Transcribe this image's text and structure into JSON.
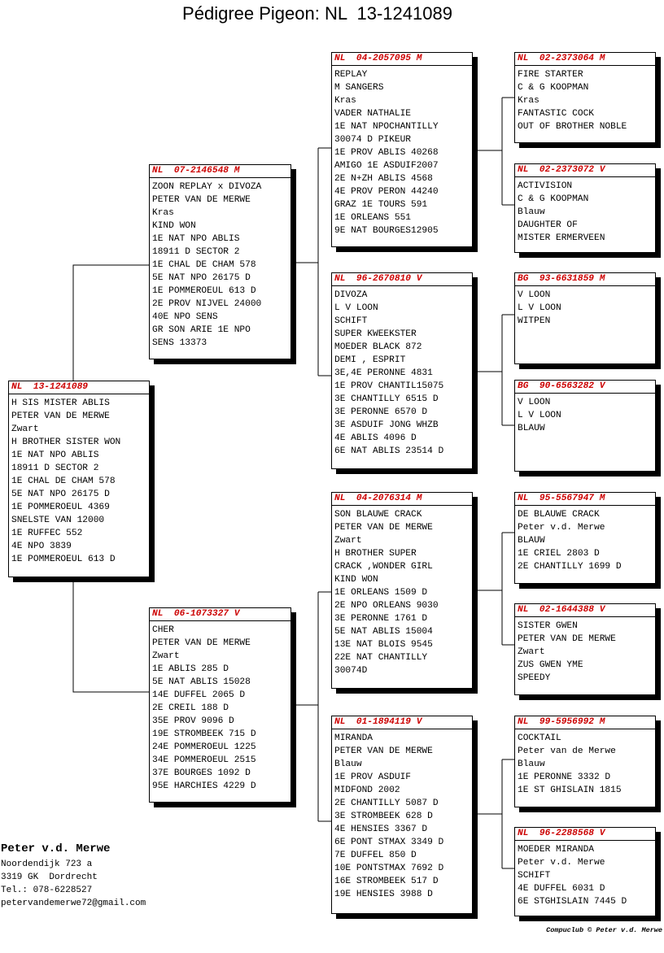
{
  "title": "Pédigree Pigeon: NL  13-1241089",
  "pigeons": [
    {
      "ring": "NL  13-1241089",
      "lines": [
        "H SIS MISTER ABLIS",
        "PETER VAN DE MERWE",
        "Zwart",
        "H BROTHER SISTER WON",
        "1E NAT NPO ABLIS",
        "18911 D SECTOR 2",
        "1E CHAL DE CHAM 578",
        "5E NAT NPO 26175 D",
        "1E POMMEROEUL 4369",
        "SNELSTE VAN 12000",
        "1E RUFFEC 552",
        "4E NPO 3839",
        "1E POMMEROEUL 613 D"
      ]
    },
    {
      "ring": "NL  07-2146548 M",
      "lines": [
        "ZOON REPLAY x DIVOZA",
        "PETER VAN DE MERWE",
        "Kras",
        "KIND WON",
        "1E NAT NPO ABLIS",
        "18911 D SECTOR 2",
        "1E CHAL DE CHAM 578",
        "5E NAT NPO 26175 D",
        "1E POMMEROEUL 613 D",
        "2E PROV NIJVEL 24000",
        "40E NPO SENS",
        "GR SON ARIE 1E NPO",
        "SENS 13373"
      ]
    },
    {
      "ring": "NL  06-1073327 V",
      "lines": [
        "CHER",
        "PETER VAN DE MERWE",
        "Zwart",
        "1E ABLIS 285 D",
        "5E NAT ABLIS 15028",
        "14E DUFFEL 2065 D",
        "2E CREIL 188 D",
        "35E PROV 9096 D",
        "19E STROMBEEK 715 D",
        "24E POMMEROEUL 1225",
        "34E POMMEROEUL 2515",
        "37E BOURGES 1092 D",
        "95E HARCHIES 4229 D"
      ]
    },
    {
      "ring": "NL  04-2057095 M",
      "lines": [
        "REPLAY",
        "M SANGERS",
        "Kras",
        "VADER NATHALIE",
        "1E NAT NPOCHANTILLY",
        "30074 D PIKEUR",
        "1E PROV ABLIS 40268",
        "AMIGO 1E ASDUIF2007",
        "2E N+ZH ABLIS 4568",
        "4E PROV PERON 44240",
        "GRAZ 1E TOURS 591",
        "1E ORLEANS 551",
        "9E NAT BOURGES12905"
      ]
    },
    {
      "ring": "NL  96-2670810 V",
      "lines": [
        "DIVOZA",
        "L V LOON",
        "SCHIFT",
        "SUPER KWEEKSTER",
        "MOEDER BLACK 872",
        "DEMI , ESPRIT",
        "3E,4E PERONNE 4831",
        "1E PROV CHANTIL15075",
        "3E CHANTILLY 6515 D",
        "3E PERONNE 6570 D",
        "3E ASDUIF JONG WHZB",
        "4E ABLIS 4096 D",
        "6E NAT ABLIS 23514 D"
      ]
    },
    {
      "ring": "NL  04-2076314 M",
      "lines": [
        "SON BLAUWE CRACK",
        "PETER VAN DE MERWE",
        "Zwart",
        "H BROTHER SUPER",
        "CRACK ,WONDER GIRL",
        "KIND WON",
        "1E ORLEANS 1509 D",
        "2E NPO ORLEANS 9030",
        "3E PERONNE 1761 D",
        "5E NAT ABLIS 15004",
        "13E NAT BLOIS 9545",
        "22E NAT CHANTILLY",
        "30074D"
      ]
    },
    {
      "ring": "NL  01-1894119 V",
      "lines": [
        "MIRANDA",
        "PETER VAN DE MERWE",
        "Blauw",
        "1E PROV ASDUIF",
        "MIDFOND 2002",
        "2E CHANTILLY 5087 D",
        "3E STROMBEEK 628 D",
        "4E HENSIES 3367 D",
        "6E PONT STMAX 3349 D",
        "7E DUFFEL 850 D",
        "10E PONTSTMAX 7692 D",
        "16E STROMBEEK 517 D",
        "19E HENSIES 3988 D"
      ]
    },
    {
      "ring": "NL  02-2373064 M",
      "lines": [
        "FIRE STARTER",
        "C & G KOOPMAN",
        "Kras",
        "FANTASTIC COCK",
        "OUT OF BROTHER NOBLE"
      ]
    },
    {
      "ring": "NL  02-2373072 V",
      "lines": [
        "ACTIVISION",
        "C & G KOOPMAN",
        "Blauw",
        "DAUGHTER OF",
        "MISTER ERMERVEEN"
      ]
    },
    {
      "ring": "BG  93-6631859 M",
      "lines": [
        "V LOON",
        "L V LOON",
        "WITPEN"
      ]
    },
    {
      "ring": "BG  90-6563282 V",
      "lines": [
        "V LOON",
        "L V LOON",
        "BLAUW"
      ]
    },
    {
      "ring": "NL  95-5567947 M",
      "lines": [
        "DE BLAUWE CRACK",
        "Peter v.d. Merwe",
        "BLAUW",
        "1E CRIEL 2803 D",
        "2E CHANTILLY 1699 D"
      ]
    },
    {
      "ring": "NL  02-1644388 V",
      "lines": [
        "SISTER GWEN",
        "PETER VAN DE MERWE",
        "Zwart",
        "ZUS GWEN YME",
        "SPEEDY"
      ]
    },
    {
      "ring": "NL  99-5956992 M",
      "lines": [
        "COCKTAIL",
        "Peter van de Merwe",
        "Blauw",
        "1E PERONNE 3332 D",
        "1E ST GHISLAIN 1815"
      ]
    },
    {
      "ring": "NL  96-2288568 V",
      "lines": [
        "MOEDER MIRANDA",
        "Peter v.d. Merwe",
        "SCHIFT",
        "4E DUFFEL 6031 D",
        "6E STGHISLAIN 7445 D"
      ]
    }
  ],
  "owner": {
    "name": "Peter v.d. Merwe",
    "address_lines": [
      "Noordendijk 723 a",
      "3319 GK  Dordrecht",
      "Tel.: 078-6228527",
      "petervandemerwe72@gmail.com"
    ]
  },
  "footer": "Compuclub © Peter v.d. Merwe",
  "colors": {
    "ring_text": "#cc0000",
    "border": "#000000",
    "shadow": "#000000"
  }
}
